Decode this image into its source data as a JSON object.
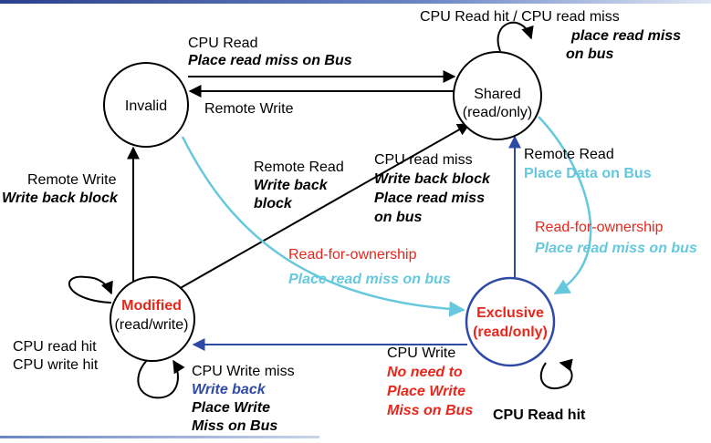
{
  "colors": {
    "black": "#000000",
    "red": "#e8261b",
    "cyan": "#66c8dc",
    "blue": "#2e4aa6",
    "exclusive_border": "#2e4aa6"
  },
  "states": {
    "invalid": {
      "name": "Invalid"
    },
    "shared": {
      "name": "Shared",
      "sub": "(read/only)"
    },
    "modified": {
      "name": "Modified",
      "sub": "(read/write)"
    },
    "exclusive": {
      "name": "Exclusive",
      "sub": "(read/only)"
    }
  },
  "labels": {
    "cpu_read": {
      "line1": "CPU Read",
      "line2": "Place read miss on Bus"
    },
    "remote_write_shared": "Remote Write",
    "shared_loop": {
      "line1": "CPU Read hit /  CPU read miss",
      "line2": "place read miss",
      "line3": "on bus"
    },
    "remote_write_modified": {
      "line1": "Remote  Write",
      "line2": "Write back block"
    },
    "remote_read_modified": {
      "line1": "Remote Read",
      "line2": "Write back",
      "line3": "block"
    },
    "cpu_read_miss": {
      "line1": "CPU read miss",
      "line2": "Write back block",
      "line3": "Place read miss",
      "line4": "on bus"
    },
    "remote_read_exclusive": {
      "line1": "Remote Read",
      "line2": "Place Data on Bus"
    },
    "rfo_invalid": {
      "line1": "Read-for-ownership",
      "line2": "Place read miss on bus"
    },
    "rfo_shared": {
      "line1": "Read-for-ownership",
      "line2": "Place read miss on bus"
    },
    "modified_loop": {
      "line1": "CPU read hit",
      "line2": "CPU write hit"
    },
    "cpu_write_miss": {
      "line1": "CPU Write miss",
      "line2": "Write back",
      "line3": "Place Write",
      "line4": "Miss on Bus"
    },
    "cpu_write": {
      "line1": "CPU Write",
      "line2": "No need to",
      "line3": "Place Write",
      "line4": "Miss on Bus"
    },
    "cpu_read_hit_exclusive": "CPU Read hit"
  }
}
